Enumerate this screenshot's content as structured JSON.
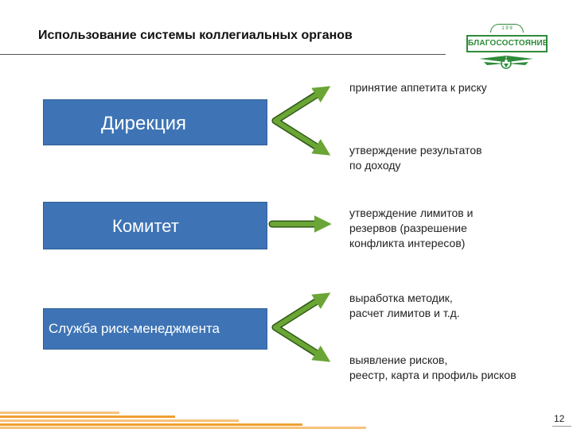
{
  "slide": {
    "title": "Использование системы коллегиальных органов",
    "page_number": "12"
  },
  "logo": {
    "top_text": "1 9 9",
    "wordmark": "БЛАГОСОСТОЯНИЕ"
  },
  "bodies": [
    {
      "label": "Дирекция"
    },
    {
      "label": "Комитет"
    },
    {
      "label": "Служба риск-менеджмента"
    }
  ],
  "functions": [
    {
      "lines": [
        "принятие аппетита к риску"
      ]
    },
    {
      "lines": [
        "утверждение результатов",
        "по доходу"
      ]
    },
    {
      "lines": [
        "утверждение лимитов и",
        "резервов (разрешение",
        "конфликта интересов)"
      ]
    },
    {
      "lines": [
        "выработка методик,",
        "расчет лимитов и т.д."
      ]
    },
    {
      "lines": [
        "выявление рисков,",
        "реестр, карта и профиль рисков"
      ]
    }
  ],
  "colors": {
    "box_fill": "#3e74b5",
    "arrow_green": "#6aa535",
    "logo_green": "#2e8b3a",
    "footer_orange": "#f0a030"
  },
  "icons": [
    "logo-emblem",
    "arrow-head-icon"
  ]
}
